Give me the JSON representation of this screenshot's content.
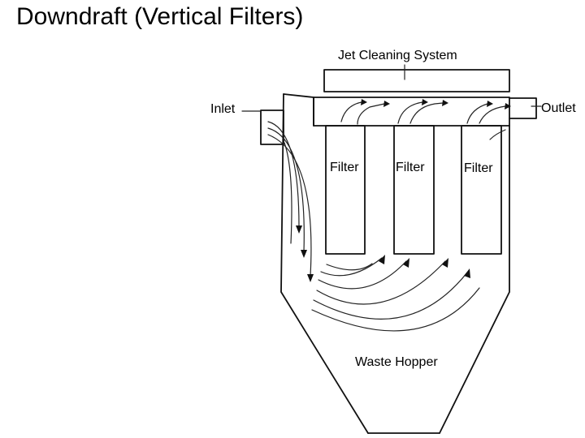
{
  "title": "Downdraft (Vertical Filters)",
  "labels": {
    "jet_cleaning": "Jet Cleaning System",
    "inlet": "Inlet",
    "outlet": "Outlet",
    "filter_1": "Filter",
    "filter_2": "Filter",
    "filter_3": "Filter",
    "waste_hopper": "Waste Hopper"
  }
}
